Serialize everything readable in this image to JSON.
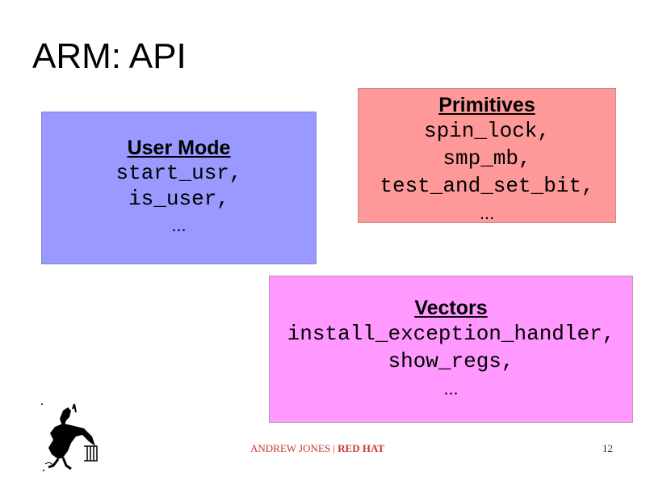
{
  "slide": {
    "title": "ARM: API",
    "page_number": "12"
  },
  "boxes": {
    "user_mode": {
      "heading": "User Mode",
      "items": [
        "start_usr,",
        "is_user,"
      ],
      "ellipsis": "...",
      "color": "#9999ff"
    },
    "primitives": {
      "heading": "Primitives",
      "items": [
        "spin_lock,",
        "smp_mb,",
        "test_and_set_bit,"
      ],
      "ellipsis": "...",
      "color": "#ff9999"
    },
    "vectors": {
      "heading": "Vectors",
      "items": [
        "install_exception_handler,",
        "show_regs,"
      ],
      "ellipsis": "...",
      "color": "#ff99ff"
    }
  },
  "footer": {
    "author": "ANDREW JONES | ",
    "company": "RED HAT",
    "color": "#cc3333"
  },
  "logo": {
    "icon": "bucking-bronco-rider-icon"
  }
}
